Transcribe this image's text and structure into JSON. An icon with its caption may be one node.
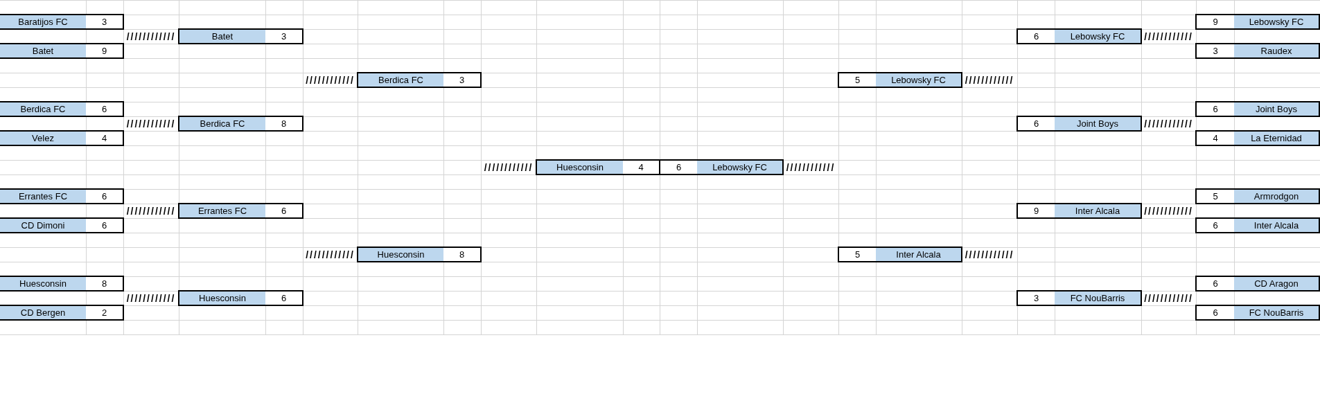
{
  "diagram": {
    "nodes": [
      {
        "text": [
          "Baratijos FC",
          "3"
        ]
      },
      {
        "text": [
          "9",
          "Lebowsky FC"
        ]
      },
      {
        "text": [
          "Batet",
          "3"
        ]
      },
      {
        "text": [
          "6",
          "Lebowsky FC"
        ]
      },
      {
        "text": [
          "Batet",
          "9"
        ]
      },
      {
        "text": [
          "3",
          "Raudex"
        ]
      },
      {
        "text": [
          "Berdica FC",
          "3"
        ]
      },
      {
        "text": [
          "5",
          "Lebowsky FC"
        ]
      },
      {
        "text": [
          "Berdica FC",
          "6"
        ]
      },
      {
        "text": [
          "6",
          "Joint Boys"
        ]
      },
      {
        "text": [
          "Berdica FC",
          "8"
        ]
      },
      {
        "text": [
          "6",
          "Joint Boys"
        ]
      },
      {
        "text": [
          "Velez",
          "4"
        ]
      },
      {
        "text": [
          "4",
          "La Eternidad"
        ]
      },
      {
        "text": [
          "Huesconsin",
          "4"
        ]
      },
      {
        "text": [
          "6",
          "Lebowsky FC"
        ]
      },
      {
        "text": [
          "Errantes FC",
          "6"
        ]
      },
      {
        "text": [
          "5",
          "Armrodgon"
        ]
      },
      {
        "text": [
          "Errantes FC",
          "6"
        ]
      },
      {
        "text": [
          "9",
          "Inter Alcala"
        ]
      },
      {
        "text": [
          "CD Dimoni",
          "6"
        ]
      },
      {
        "text": [
          "6",
          "Inter Alcala"
        ]
      },
      {
        "text": [
          "Huesconsin",
          "8"
        ]
      },
      {
        "text": [
          "5",
          "Inter Alcala"
        ]
      },
      {
        "text": [
          "Huesconsin",
          "8"
        ]
      },
      {
        "text": [
          "6",
          "CD Aragon"
        ]
      },
      {
        "text": [
          "Huesconsin",
          "6"
        ]
      },
      {
        "text": [
          "3",
          "FC NouBarris"
        ]
      },
      {
        "text": [
          "CD Bergen",
          "2"
        ]
      },
      {
        "text": [
          "6",
          "FC NouBarris"
        ]
      }
    ],
    "labels": [
      "////////////",
      "////////////",
      "////////////",
      "////////////",
      "////////////",
      "////////////",
      "////////////",
      "////////////",
      "////////////",
      "////////////",
      "////////////",
      "////////////",
      "////////////",
      "////////////"
    ]
  }
}
